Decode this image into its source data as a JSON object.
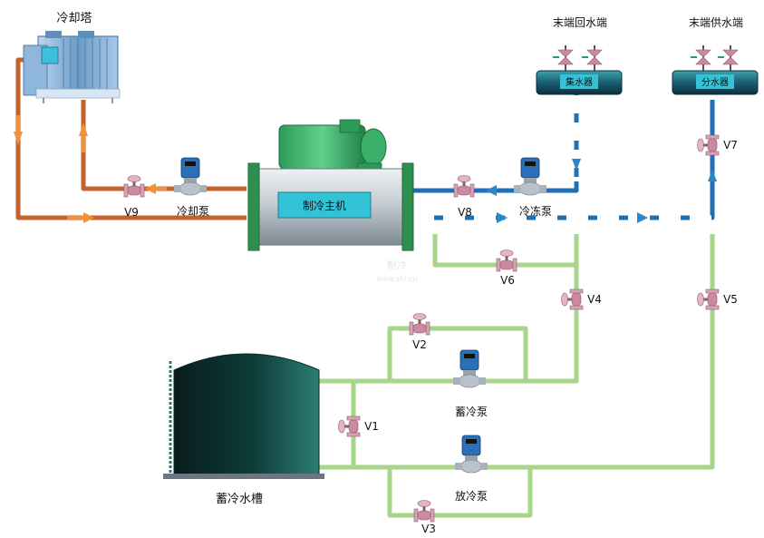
{
  "diagram": {
    "cooling_tower": "冷却塔",
    "chiller": "制冷主机",
    "cooling_pump": "冷却泵",
    "chilled_pump": "冷冻泵",
    "storage_pump": "蓄冷泵",
    "discharge_pump": "放冷泵",
    "storage_tank": "蓄冷水槽",
    "return_header_title": "末端回水端",
    "supply_header_title": "末端供水端",
    "collector": "集水器",
    "distributor": "分水器",
    "watermark": "制冷",
    "watermark_url": "www.zhi.cn"
  },
  "valves": {
    "v1": "V1",
    "v2": "V2",
    "v3": "V3",
    "v4": "V4",
    "v5": "V5",
    "v6": "V6",
    "v7": "V7",
    "v8": "V8",
    "v9": "V9"
  },
  "colors": {
    "cooling_pipe": "#c4622d",
    "chilled_pipe": "#1f6fb2",
    "storage_pipe": "#a6d68a",
    "flow_arrow_orange": "#f0913a",
    "flow_arrow_blue": "#2a86c8",
    "chiller_body": "#c8cfd6",
    "chiller_frame": "#2f8f4f",
    "chiller_panel": "#34c3d6",
    "tank": "#0e3f3c",
    "valve": "#d9a3b6",
    "pump": "#2b6fb6"
  }
}
